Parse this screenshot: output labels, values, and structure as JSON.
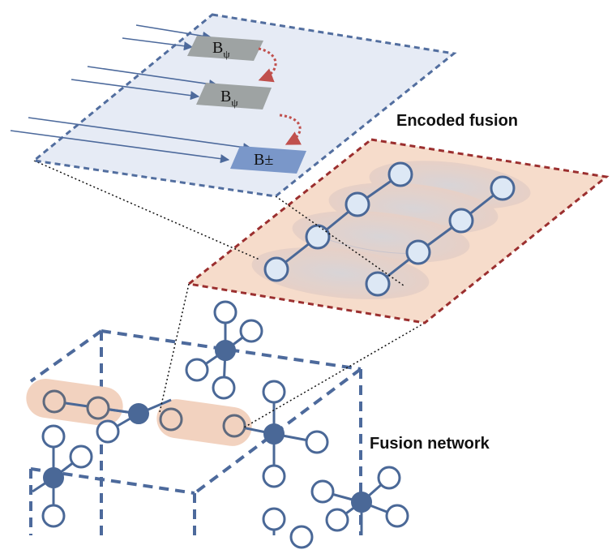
{
  "labels": {
    "encoded_fusion": "Encoded fusion",
    "fusion_network": "Fusion network"
  },
  "measurement_boxes": [
    {
      "base": "B",
      "sub": "ψ",
      "kind": "bell-psi"
    },
    {
      "base": "B",
      "sub": "ψ",
      "kind": "bell-psi"
    },
    {
      "base": "B±",
      "sub": "",
      "kind": "bell-plus-minus"
    }
  ],
  "colors": {
    "top_plane_fill": "#e6ebf5",
    "top_plane_border": "#4d6a9c",
    "encoded_plane_fill": "#f6dccb",
    "encoded_plane_border": "#9b2f2f",
    "node_fill": "#dde8f5",
    "node_stroke": "#4a6897",
    "network_center": "#4a6897",
    "network_leaf_stroke": "#4a6897",
    "fusion_highlight": "#f2d2bf",
    "arrow_red": "#c0504d",
    "gray_box": "#9ea3a3",
    "blue_box": "#7a97c9"
  }
}
